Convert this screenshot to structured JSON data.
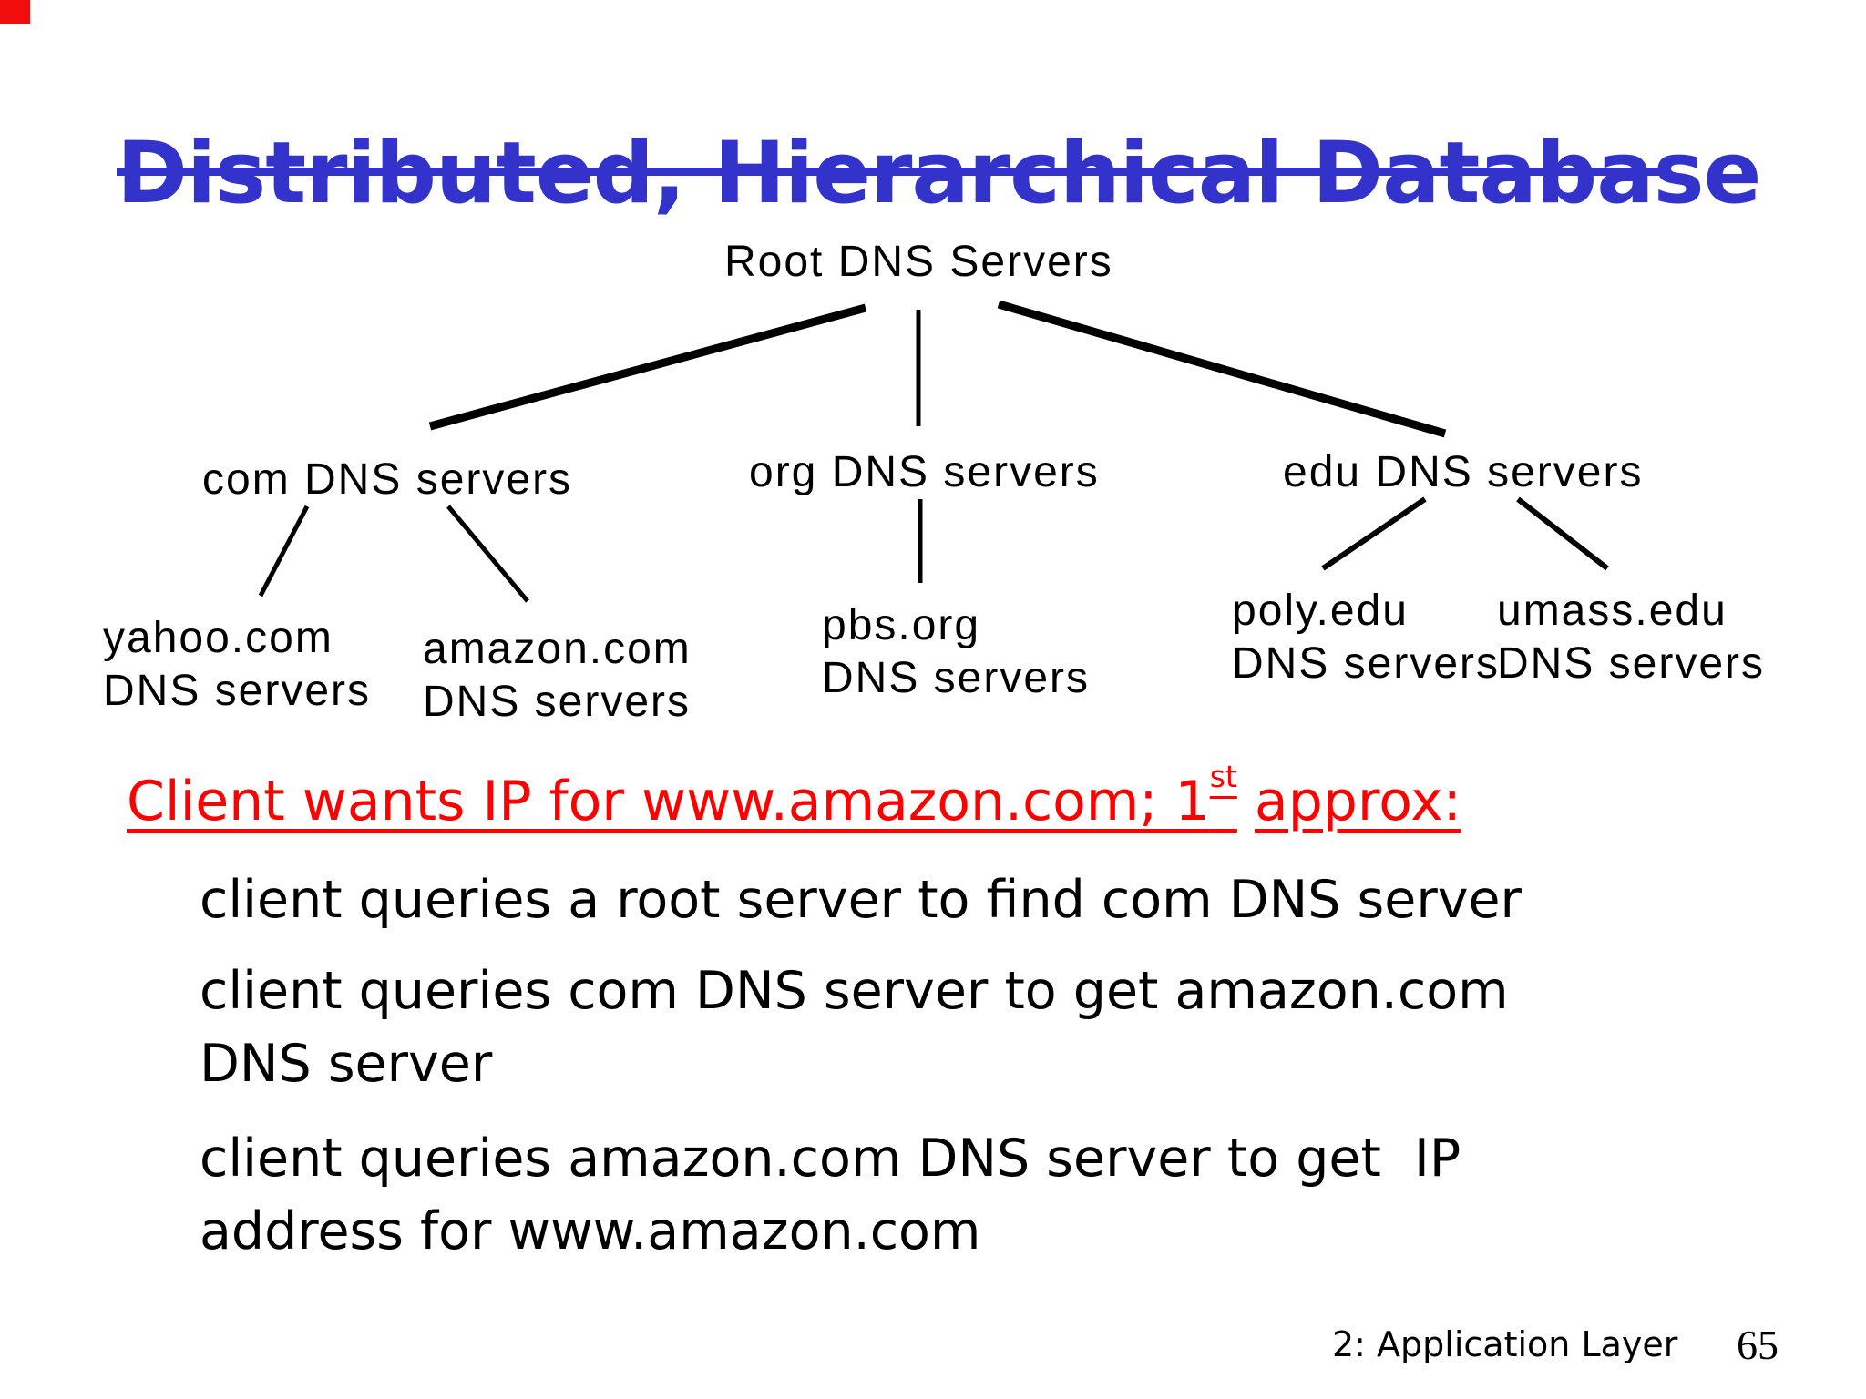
{
  "slide": {
    "title": "Distributed, Hierarchical Database",
    "footer": {
      "section": "2: Application Layer",
      "page": "65"
    }
  },
  "tree": {
    "root": "Root DNS Servers",
    "tlds": [
      {
        "label": "com DNS servers"
      },
      {
        "label": "org DNS servers"
      },
      {
        "label": "edu DNS servers"
      }
    ],
    "leaves": [
      {
        "line1": "yahoo.com",
        "line2": "DNS servers"
      },
      {
        "line1": "amazon.com",
        "line2": "DNS servers"
      },
      {
        "line1": "pbs.org",
        "line2": "DNS servers"
      },
      {
        "line1": "poly.edu",
        "line2": "DNS servers"
      },
      {
        "line1": "umass.edu",
        "line2": "DNS servers"
      }
    ]
  },
  "heading": {
    "prefix": "Client wants IP for www.amazon.com; 1",
    "superscript": "st",
    "suffix": "approx:"
  },
  "body": {
    "items": [
      "client queries a root server to find com DNS server",
      "client queries com DNS server to get amazon.com\nDNS server",
      "client queries amazon.com DNS server to get  IP\naddress for www.amazon.com"
    ]
  },
  "colors": {
    "title_blue": "#3333cc",
    "accent_red": "#ff0000",
    "text_black": "#000000",
    "background": "#ffffff"
  }
}
